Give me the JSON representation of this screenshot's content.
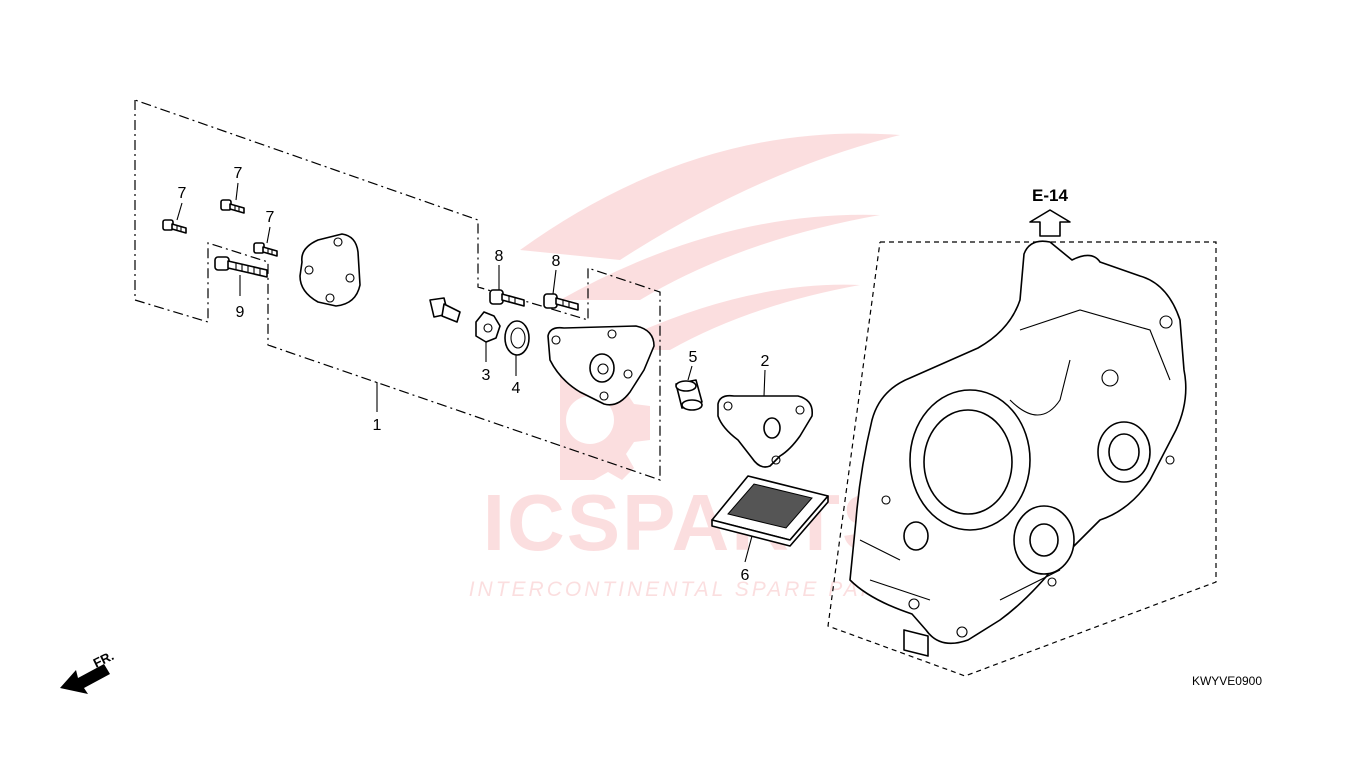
{
  "watermark": {
    "brand": "ICSPARTS",
    "tagline": "INTERCONTINENTAL SPARE PARTS",
    "color": "#e8373c"
  },
  "callouts": {
    "c1": "1",
    "c2": "2",
    "c3": "3",
    "c4": "4",
    "c5": "5",
    "c6": "6",
    "c7a": "7",
    "c7b": "7",
    "c7c": "7",
    "c8a": "8",
    "c8b": "8",
    "c9": "9"
  },
  "reference": {
    "label": "E-14"
  },
  "front_marker": {
    "label": "FR."
  },
  "diagram_code": "KWYVE0900"
}
